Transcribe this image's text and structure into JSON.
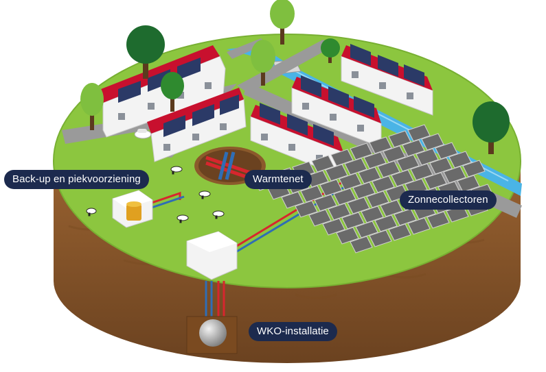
{
  "labels": {
    "backup": "Back-up en piekvoorziening",
    "warmtenet": "Warmtenet",
    "zonnecollectoren": "Zonnecollectoren",
    "wko": "WKO-installatie"
  },
  "colors": {
    "label_bg": "#1c2a4e",
    "grass": "#8cc63f",
    "soil": "#8b5a2b",
    "road": "#9a9a9a",
    "water": "#4ab4e6",
    "roof": "#c8102e",
    "solar_panel": "#2b3a67",
    "collector": "#707070",
    "pipe_hot": "#d7262e",
    "pipe_cold": "#2f6db5",
    "tree": "#2f8a2f"
  }
}
